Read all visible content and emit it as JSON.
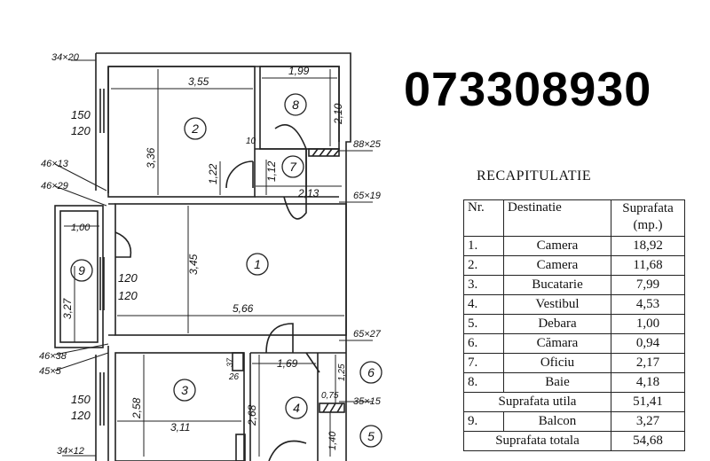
{
  "phone": "073308930",
  "recap": {
    "title": "RECAPITULATIE",
    "headers": {
      "nr": "Nr.",
      "dest": "Destinatie",
      "surf_line1": "Suprafata",
      "surf_line2": "(mp.)"
    },
    "rows": [
      {
        "nr": "1.",
        "dest": "Camera",
        "val": "18,92"
      },
      {
        "nr": "2.",
        "dest": "Camera",
        "val": "11,68"
      },
      {
        "nr": "3.",
        "dest": "Bucatarie",
        "val": "7,99"
      },
      {
        "nr": "4.",
        "dest": "Vestibul",
        "val": "4,53"
      },
      {
        "nr": "5.",
        "dest": "Debara",
        "val": "1,00"
      },
      {
        "nr": "6.",
        "dest": "Cămara",
        "val": "0,94"
      },
      {
        "nr": "7.",
        "dest": "Oficiu",
        "val": "2,17"
      },
      {
        "nr": "8.",
        "dest": "Baie",
        "val": "4,18"
      }
    ],
    "utila_label": "Suprafata utila",
    "utila_val": "51,41",
    "balcon": {
      "nr": "9.",
      "dest": "Balcon",
      "val": "3,27"
    },
    "totala_label": "Suprafata totala",
    "totala_val": "54,68"
  },
  "plan": {
    "rooms": [
      "1",
      "2",
      "3",
      "4",
      "5",
      "6",
      "7",
      "8",
      "9"
    ],
    "dims": {
      "d355": "3,55",
      "d199": "1,99",
      "d210": "2,10",
      "d336": "3,36",
      "d122": "1,22",
      "d112": "1,12",
      "d213": "2,13",
      "d10": "10",
      "d345": "3,45",
      "d566": "5,66",
      "d100": "1,00",
      "d327": "3,27",
      "d258": "2,58",
      "d311": "3,11",
      "d268": "2,68",
      "d169": "1,69",
      "d125": "1,25",
      "d075": "0,75",
      "d140": "1,40",
      "d26": "26",
      "d37": "37"
    },
    "walls": {
      "w3420": "34×20",
      "w150a": "150",
      "w120a": "120",
      "w4613": "46×13",
      "w4629": "46×29",
      "w120b": "120",
      "w120c": "120",
      "w4638": "46×38",
      "w455": "45×5",
      "w150b": "150",
      "w120d": "120",
      "w3412": "34×12",
      "w8825": "88×25",
      "w6519": "65×19",
      "w6527": "65×27",
      "w3515": "35×15"
    }
  }
}
